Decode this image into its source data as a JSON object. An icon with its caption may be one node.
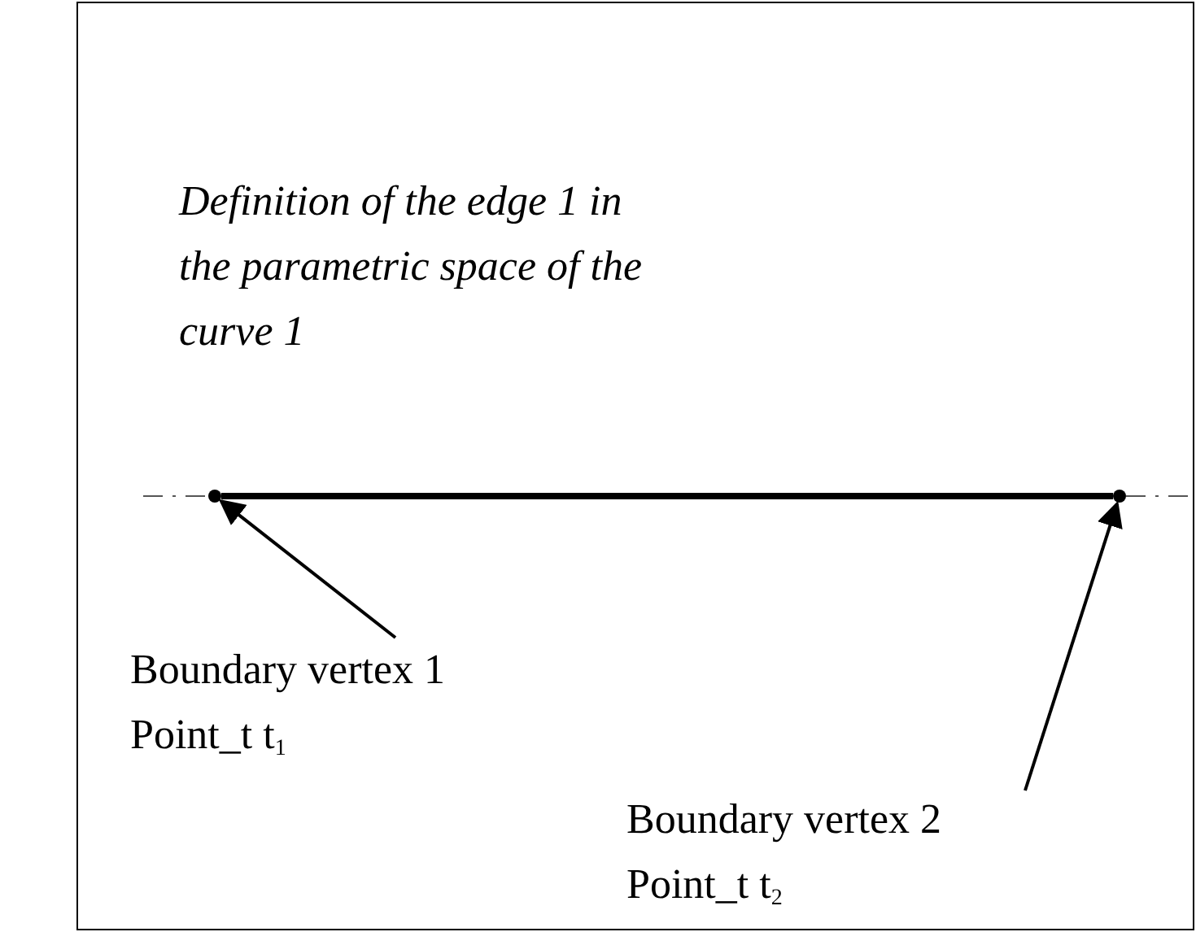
{
  "diagram": {
    "nodes": [
      {
        "text": [],
        "shape": "circle"
      },
      {
        "text": [],
        "shape": "circle"
      },
      {
        "text": [
          "Boundary vertex 1",
          "Point_t t$_{1}$"
        ]
      },
      {
        "text": [
          "Boundary vertex 2",
          "Point_t t$_{2}$"
        ]
      }
    ],
    "edges": [
      {
        "from": 0,
        "to": 1,
        "arrow": "none",
        "style": "thick"
      },
      {
        "from": 2,
        "to": 0,
        "arrow": "to"
      },
      {
        "from": 3,
        "to": 1,
        "arrow": "to"
      }
    ],
    "labels": [
      "Definition of the edge 1 in the parametric space of the curve 1"
    ]
  }
}
